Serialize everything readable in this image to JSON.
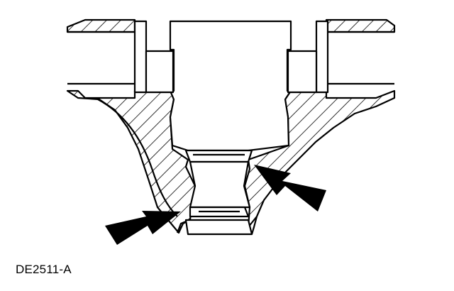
{
  "figure": {
    "reference_code": "DE2511-A",
    "line_color": "#000000",
    "fill_color": "#ffffff",
    "callouts": [
      {
        "name": "upper-arrow",
        "points_at": "upper-cup"
      },
      {
        "name": "lower-arrow",
        "points_at": "lower-cup"
      }
    ]
  }
}
